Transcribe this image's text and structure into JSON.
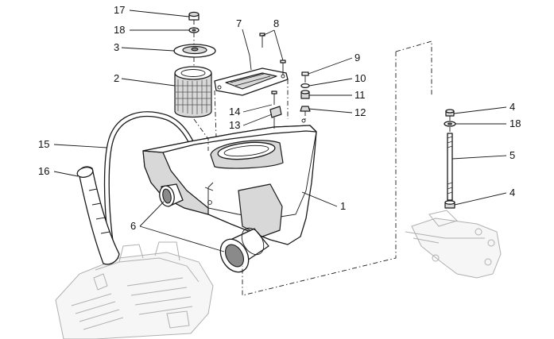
{
  "callouts": {
    "c1": "1",
    "c2": "2",
    "c3": "3",
    "c4a": "4",
    "c4b": "4",
    "c5": "5",
    "c6": "6",
    "c7": "7",
    "c8": "8",
    "c9": "9",
    "c10": "10",
    "c11": "11",
    "c12": "12",
    "c13": "13",
    "c14": "14",
    "c15": "15",
    "c16": "16",
    "c17": "17",
    "c18a": "18",
    "c18b": "18"
  }
}
